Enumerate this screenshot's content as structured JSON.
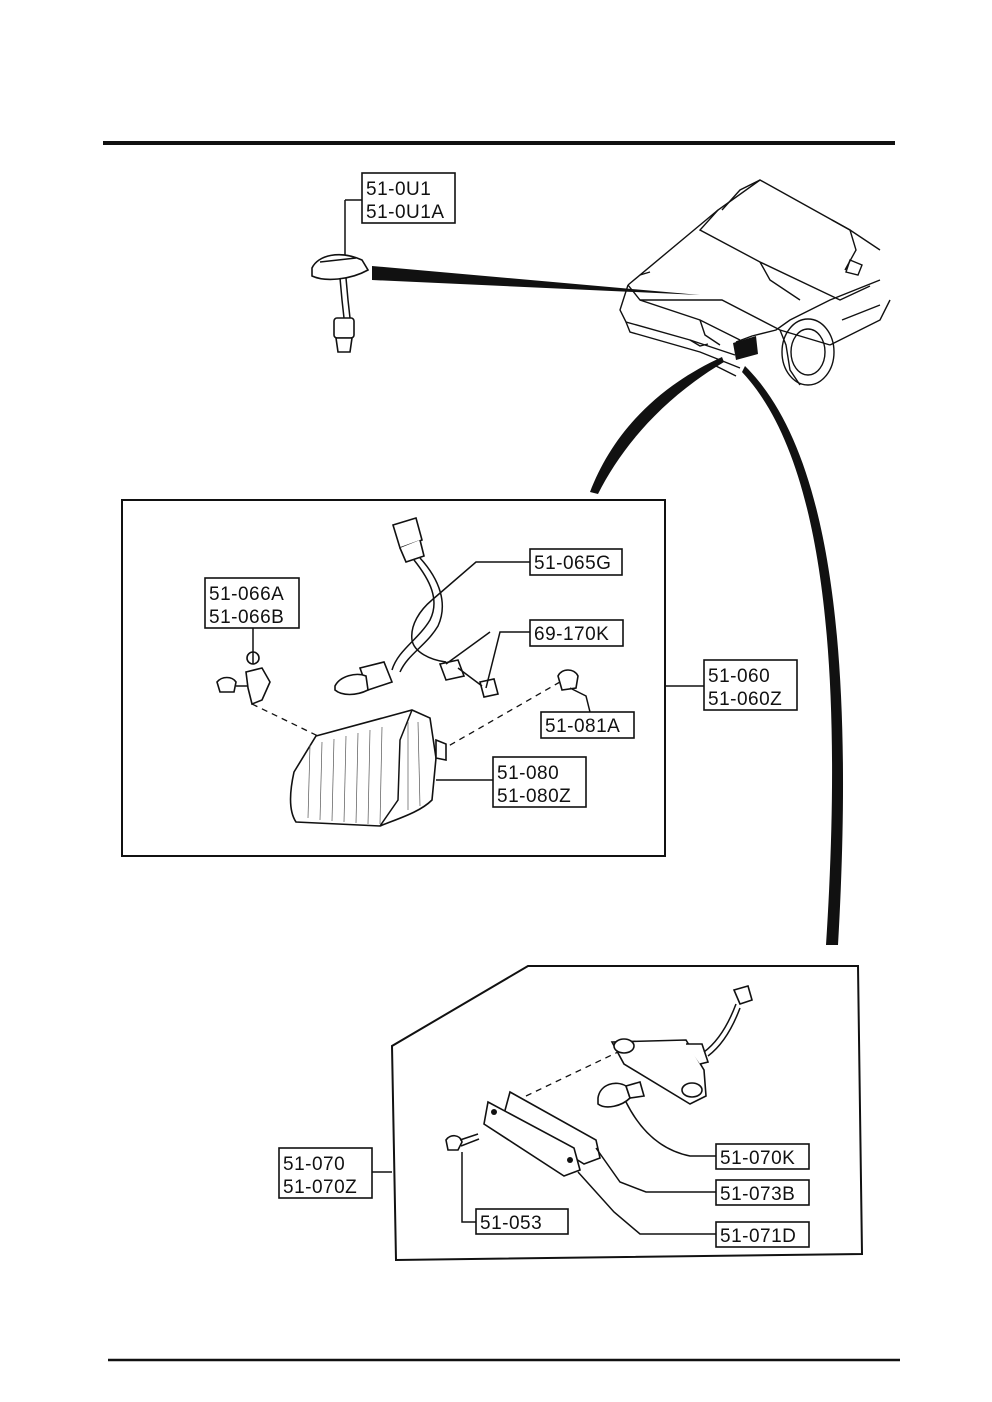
{
  "header": {
    "rule": true
  },
  "footer": {
    "rule": true
  },
  "callouts": {
    "p51_0u1": "51-0U1",
    "p51_0u1a": "51-0U1A",
    "p51_065g": "51-065G",
    "p51_066a": "51-066A",
    "p51_066b": "51-066B",
    "p69_170k": "69-170K",
    "p51_060": "51-060",
    "p51_060z": "51-060Z",
    "p51_081a": "51-081A",
    "p51_080": "51-080",
    "p51_080z": "51-080Z",
    "p51_070": "51-070",
    "p51_070z": "51-070Z",
    "p51_070k": "51-070K",
    "p51_073b": "51-073B",
    "p51_053": "51-053",
    "p51_071d": "51-071D"
  },
  "colors": {
    "ink": "#111111",
    "paper": "#ffffff"
  }
}
